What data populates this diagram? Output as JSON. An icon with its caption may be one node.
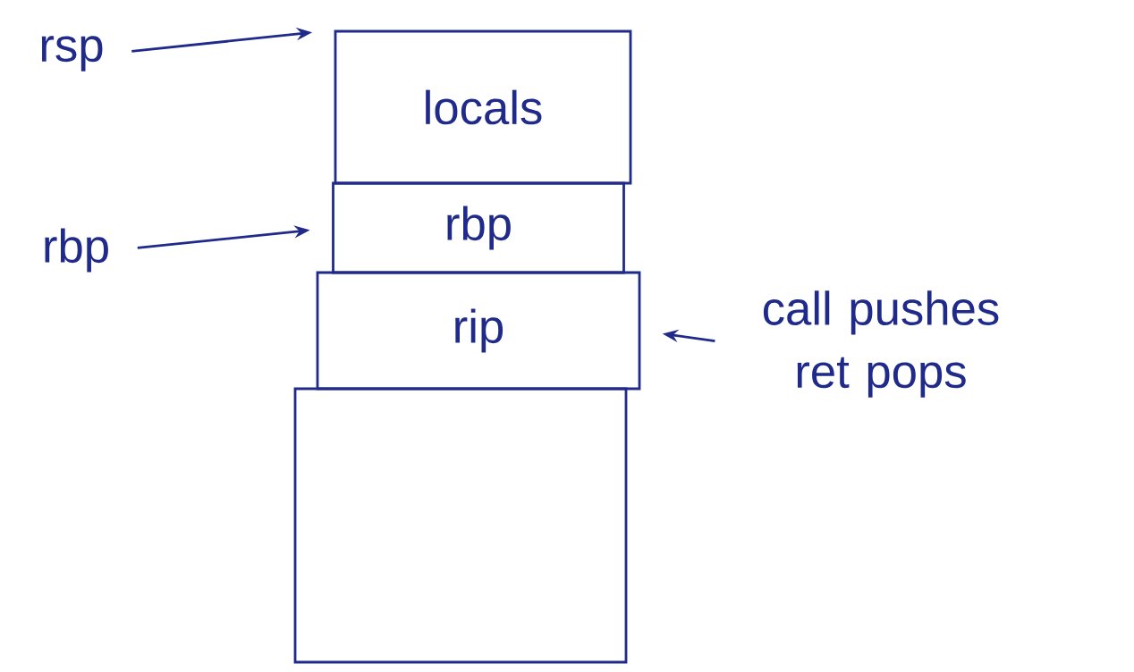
{
  "diagram": {
    "nodes": [
      {
        "text": [
          "rsp"
        ]
      },
      {
        "text": [
          "rbp"
        ]
      },
      {
        "text": [
          "locals"
        ]
      },
      {
        "text": [
          "rbp"
        ]
      },
      {
        "text": [
          "rip"
        ]
      },
      {
        "text": [],
        "shape": "box"
      },
      {
        "text": [
          "call pushes ret pops"
        ]
      }
    ],
    "edges": [
      {
        "from": 0,
        "to": 2,
        "arrow": "to"
      },
      {
        "from": 1,
        "to": 3,
        "arrow": "to"
      },
      {
        "from": 6,
        "to": 4,
        "arrow": "to"
      }
    ]
  }
}
